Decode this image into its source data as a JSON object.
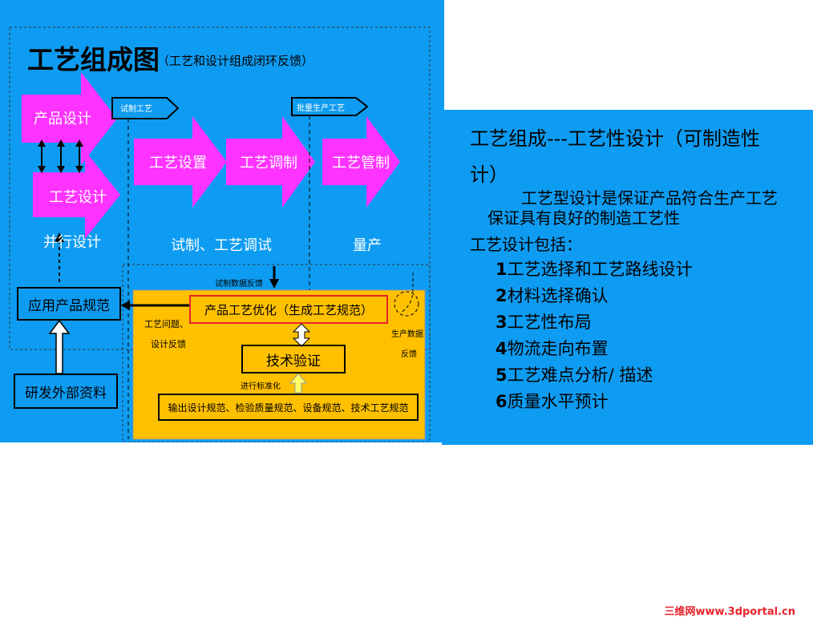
{
  "left": {
    "title": "工艺组成图",
    "subtitle": "（工艺和设计组成闭环反馈）",
    "arrow_product_design": "产品设计",
    "arrow_process_design": "工艺设计",
    "concurrent_label": "并行设计",
    "pentagon_trial": "试制工艺",
    "pentagon_mass": "批量生产工艺",
    "arrow_setup": "工艺设置",
    "arrow_adjust": "工艺调制",
    "arrow_control": "工艺管制",
    "trial_label": "试制、工艺调试",
    "mass_label": "量产",
    "box_apply_spec": "应用产品规范",
    "box_rd_external": "研发外部资料",
    "trial_feedback": "试制数据反馈",
    "process_issue_line1": "工艺问题、",
    "process_issue_line2": "设计反馈",
    "box_optimize": "产品工艺优化（生成工艺规范）",
    "box_verify": "技术验证",
    "standardize": "进行标准化",
    "production_feedback_line1": "生产数据",
    "production_feedback_line2": "反馈",
    "box_output": "输出设计规范、检验质量规范、设备规范、技术工艺规范"
  },
  "right": {
    "title_line1": "工艺组成---工艺性设计（可制造性",
    "title_line2": "计）",
    "para_line1": "工艺型设计是保证产品符合生产工艺",
    "para_line2": "保证具有良好的制造工艺性",
    "includes": "工艺设计包括：",
    "items": [
      {
        "num": "1",
        "text": "工艺选择和工艺路线设计"
      },
      {
        "num": "2",
        "text": "材料选择确认"
      },
      {
        "num": "3",
        "text": "工艺性布局"
      },
      {
        "num": "4",
        "text": "物流走向布置"
      },
      {
        "num": "5",
        "text": "工艺难点分析/ 描述"
      },
      {
        "num": "6",
        "text": "质量水平预计"
      }
    ]
  },
  "watermark": "三维网www.3dportal.cn",
  "colors": {
    "blue": "#0e9cf2",
    "magenta": "#ff33ff",
    "yellow": "#ffc000",
    "red": "#e8232a"
  }
}
